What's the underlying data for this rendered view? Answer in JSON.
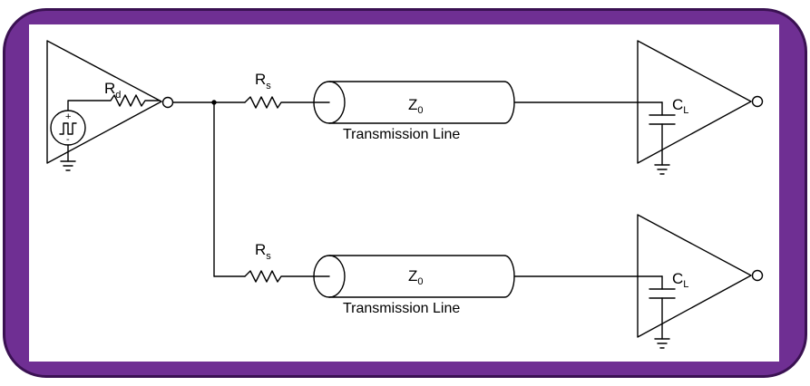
{
  "colors": {
    "frame_fill": "#6f2f93",
    "frame_edge": "#3a1152",
    "panel": "#ffffff",
    "ink": "#000000"
  },
  "driver": {
    "resistor": {
      "symbol": "R",
      "subscript": "d"
    },
    "source": {
      "plus": "+",
      "minus": "-"
    }
  },
  "branches": [
    {
      "series_resistor": {
        "symbol": "R",
        "subscript": "s"
      },
      "line": {
        "impedance_symbol": "Z",
        "impedance_subscript": "0",
        "caption": "Transmission Line"
      },
      "load_capacitor": {
        "symbol": "C",
        "subscript": "L"
      }
    },
    {
      "series_resistor": {
        "symbol": "R",
        "subscript": "s"
      },
      "line": {
        "impedance_symbol": "Z",
        "impedance_subscript": "0",
        "caption": "Transmission Line"
      },
      "load_capacitor": {
        "symbol": "C",
        "subscript": "L"
      }
    }
  ]
}
